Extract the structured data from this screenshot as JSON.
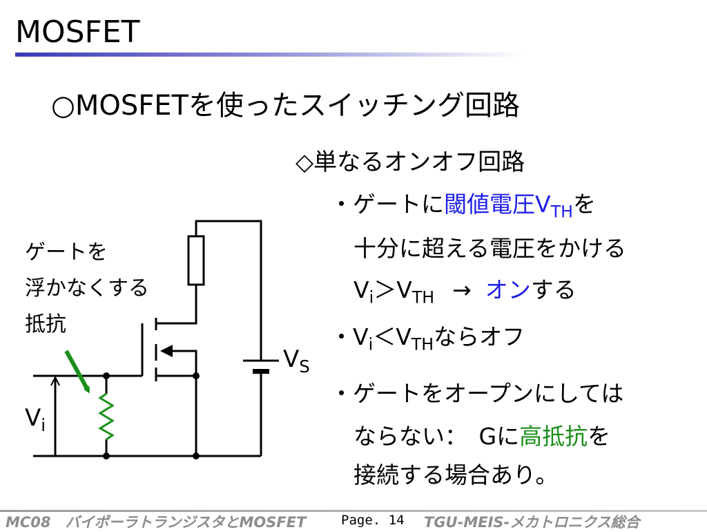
{
  "title": "MOSFET",
  "heading": "○MOSFETを使ったスイッチング回路",
  "subheading": "◇単なるオンオフ回路",
  "bullet1": {
    "line1": {
      "dot": "・",
      "pre": "ゲートに",
      "hl": "閾値電圧",
      "v": "V",
      "vsub": "TH",
      "post": "を"
    },
    "line2": "十分に超える電圧をかける",
    "line3": {
      "v1": "V",
      "v1sub": "i",
      "gt": "＞",
      "v2": "V",
      "v2sub": "TH",
      "arrow": "→",
      "hl": "オン",
      "post": "する"
    }
  },
  "bullet2": {
    "dot": "・",
    "v1": "V",
    "v1sub": "i",
    "lt": "＜",
    "v2": "V",
    "v2sub": "TH",
    "post": "ならオフ"
  },
  "bullet3": {
    "line1": {
      "dot": "・",
      "text": "ゲートをオープンにしては"
    },
    "line2": {
      "pre": "ならない：　Gに",
      "hl": "高抵抗",
      "post": "を"
    },
    "line3": "接続する場合あり。"
  },
  "circuit": {
    "resistor_label": [
      "ゲートを",
      "浮かなくする",
      "抵抗"
    ],
    "vs_label": {
      "v": "V",
      "sub": "S"
    },
    "vi_label": {
      "v": "V",
      "sub": "i"
    },
    "colors": {
      "wire": "#000000",
      "pull_down_resistor": "#1a8f1a",
      "arrow": "#1a8f1a",
      "accent_blue": "#1e1ee8"
    }
  },
  "footer": {
    "left": "MC08　バイポーラトランジスタとMOSFET",
    "page": "Page. 14",
    "right": "TGU-MEIS-メカトロニクス総合"
  }
}
